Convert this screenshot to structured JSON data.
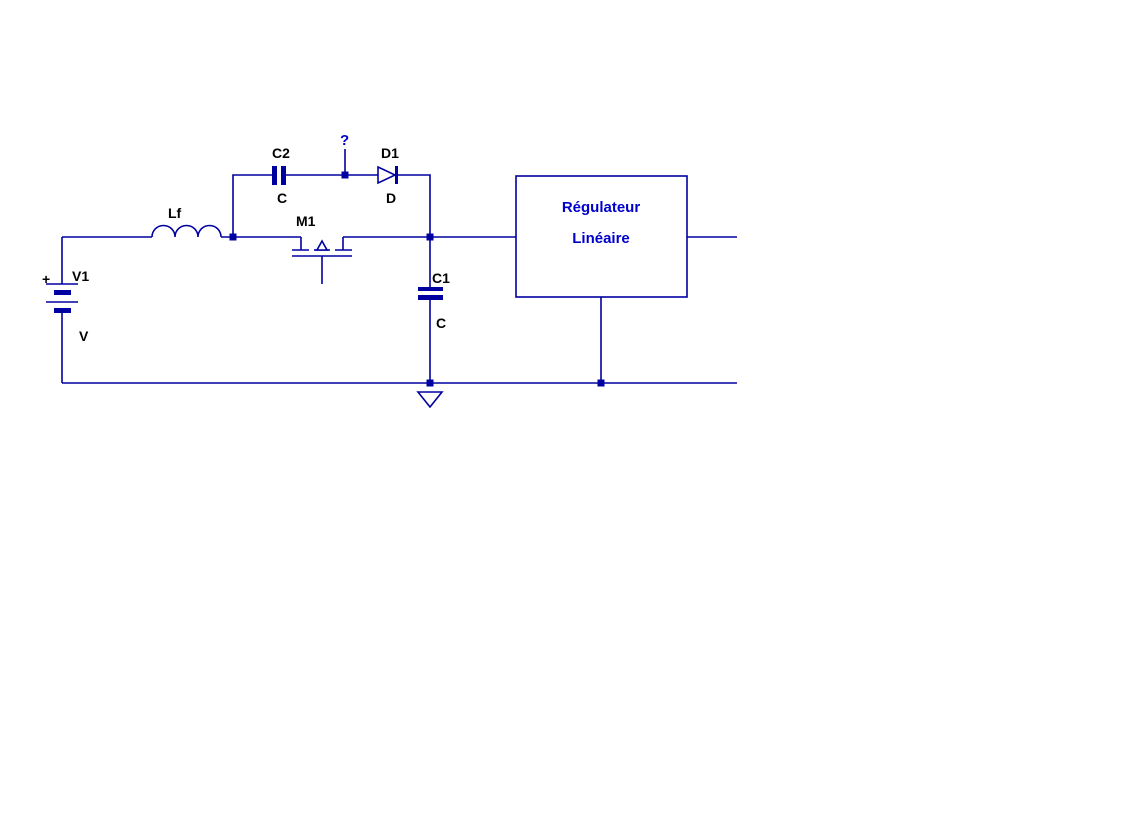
{
  "colors": {
    "background": "#ffffff",
    "wire": "#0000a0",
    "label": "#000000",
    "accent": "#0000cc"
  },
  "schematic": {
    "source": {
      "ref": "V1",
      "value": "V",
      "polarity": "+"
    },
    "filter_inductor": {
      "ref": "Lf"
    },
    "snubber_capacitor": {
      "ref": "C2",
      "value": "C"
    },
    "probe_label": "?",
    "diode": {
      "ref": "D1",
      "value": "D"
    },
    "switch_mosfet": {
      "ref": "M1"
    },
    "output_capacitor": {
      "ref": "C1",
      "value": "C"
    },
    "regulator_block": {
      "title_line1": "Régulateur",
      "title_line2": "Linéaire"
    }
  }
}
